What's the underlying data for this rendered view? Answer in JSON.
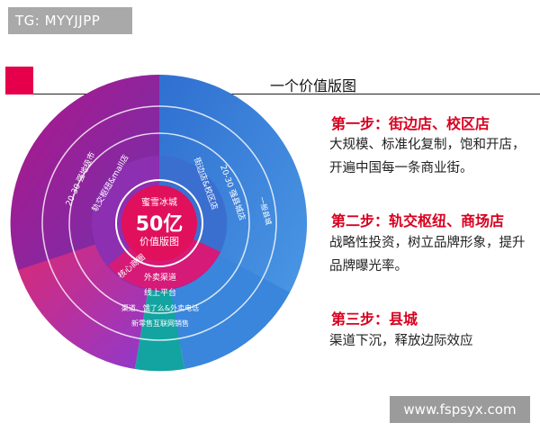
{
  "badge": "TG: MYYJJPP",
  "watermark": "www.fspsyx.com",
  "title": "一个价值版图",
  "steps": [
    {
      "title": "第一步：街边店、校区店",
      "body": "大规模、标准化复制，饱和开店，开遍中国每一条商业街。"
    },
    {
      "title": "第二步：轨交枢纽、商场店",
      "body": "战略性投资，树立品牌形象，提升品牌曝光率。"
    },
    {
      "title": "第三步：县城",
      "body": "渠道下沉，释放边际效应"
    }
  ],
  "colors": {
    "accent_red": "#e6004c",
    "step_red": "#d8001f",
    "blue": "#3a7fd6",
    "purple": "#7a2fa0",
    "magenta": "#d61a78",
    "teal": "#13a3a0"
  },
  "center": {
    "brand": "蜜雪冰城",
    "value": "50亿",
    "label": "价值版图"
  },
  "ring_labels": {
    "inner_right": "街边店&校区店",
    "inner_left": "轨交枢纽&mall店",
    "inner_bottom": "核心商圈",
    "mid_right": "20-30 强县城店",
    "mid_left": "20-30 强地级市",
    "tier_right": "一般县城",
    "bottom_1": "外卖渠道",
    "bottom_2": "线上平台",
    "bottom_3": "渠道、饿了么&外卖电话",
    "bottom_4": "新零售互联网销售"
  }
}
